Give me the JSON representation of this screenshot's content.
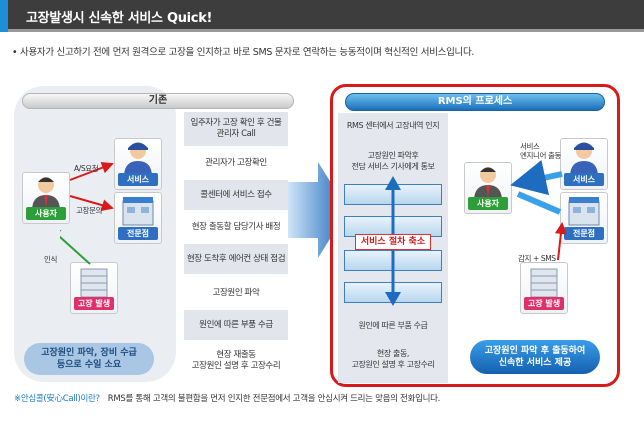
{
  "header": {
    "title": "고장발생시 신속한 서비스 Quick!"
  },
  "intro": "• 사용자가 신고하기 전에 먼저 원격으로 고장을 인지하고 바로 SMS 문자로 연락하는 능동적이며 혁신적인 서비스입니다.",
  "left": {
    "title": "기존",
    "steps": [
      "입주자가 고장 확인 후 건물\n관리자 Call",
      "관리자가 고장확인",
      "콜센터에 서비스 접수",
      "현장 출동할 담당기사 배정",
      "현장 도착후 에어컨 상태 점검",
      "고장원인 파악",
      "원인에 따른 부품 수급",
      "현장 재출동\n고장원인 설명 후 고장수리"
    ],
    "bubble": "고장원인 파악, 장비 수급\n등으로 수일 소요",
    "actors": {
      "service": "서비스",
      "store": "전문점",
      "user": "사용자",
      "failure": "고장 발생"
    },
    "edge_labels": {
      "as_request": "A/S요청",
      "inquiry": "고장문의",
      "notice": "인식"
    }
  },
  "right": {
    "title": "RMS의 프로세스",
    "steps": [
      "RMS 센터에서 고장내역 인지",
      "고장원인 파악후\n전담 서비스 기사에게 통보",
      "원인에 따른 부품 수급",
      "현장 출동,\n고장원인 설명 후 고장수리"
    ],
    "shorten": "서비스 절차 축소",
    "bubble": "고장원인 파악 후 출동하여\n신속한 서비스 제공",
    "actors": {
      "service": "서비스",
      "store": "전문점",
      "user": "사용자",
      "failure": "고장 발생"
    },
    "edge_labels": {
      "dispatch": "서비스\n엔지니어 출동",
      "detect": "감지 + SMS"
    }
  },
  "footnote": {
    "label": "※안심콜(安心Call)이란?",
    "text": "RMS를 통해 고객의 불편함을 먼저 인지한 전문점에서 고객을 안심시켜 드리는 맞음의 전화입니다."
  },
  "colors": {
    "accent_red": "#d81a1a",
    "accent_blue": "#1d6fb8",
    "header_bg": "#3d3d3d"
  }
}
